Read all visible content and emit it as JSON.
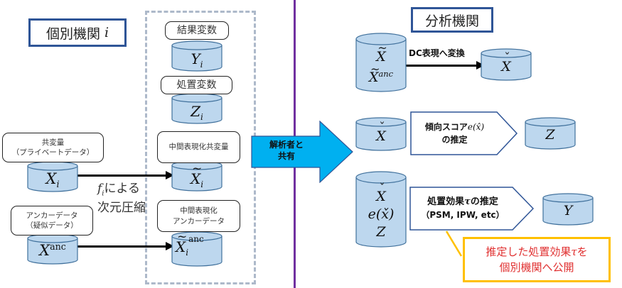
{
  "left_panel": {
    "title": "個別機関",
    "title_var": "i",
    "outcome_label": "結果変数",
    "outcome_var": "Y",
    "outcome_sub": "i",
    "treatment_label": "処置変数",
    "treatment_var": "Z",
    "treatment_sub": "i",
    "covariate_label_line1": "共変量",
    "covariate_label_line2": "（プライベートデータ）",
    "covariate_var": "X",
    "covariate_sub": "i",
    "anchor_label_line1": "アンカーデータ",
    "anchor_label_line2": "（疑似データ）",
    "anchor_var": "X",
    "anchor_sup": "anc",
    "compression_func": "f",
    "compression_sub": "i",
    "compression_line1": "による",
    "compression_line2": "次元圧縮",
    "inter_cov_label": "中間表現化共変量",
    "inter_cov_var": "X",
    "inter_cov_sub": "i",
    "inter_anchor_label_line1": "中間表現化",
    "inter_anchor_label_line2": "アンカーデータ",
    "inter_anchor_var": "X",
    "inter_anchor_sub": "i",
    "inter_anchor_sup": "anc"
  },
  "share_arrow": {
    "line1": "解析者と",
    "line2": "共有"
  },
  "right_panel": {
    "title": "分析機関",
    "received_var1": "X",
    "received_var2": "X",
    "received_sup": "anc",
    "dc_label": "DC表現へ変換",
    "dc_var": "X",
    "ps_input_var": "X",
    "ps_step_line1": "傾向スコア",
    "ps_step_math": "e(x̂)",
    "ps_step_line2": "の推定",
    "ps_output_var": "Z",
    "te_input_var1": "X",
    "te_input_var2": "e(x̌)",
    "te_input_var3": "Z",
    "te_step_line1": "処置効果",
    "te_step_tau": "τ",
    "te_step_line1b": "の推定",
    "te_step_line2": "（PSM, IPW, etc）",
    "te_output_var": "Y",
    "callout_line1": "推定した処置効果",
    "callout_tau": "τ",
    "callout_line1b": "を",
    "callout_line2": "個別機関へ公開"
  },
  "colors": {
    "title_border": "#2f5597",
    "cylinder_fill": "#bdd7ee",
    "cylinder_stroke": "#41719c",
    "dashed_border": "#adb9ca",
    "share_arrow_fill": "#00b0f0",
    "divider": "#7030a0",
    "callout_border": "#ffc000",
    "callout_text": "#e03030"
  }
}
